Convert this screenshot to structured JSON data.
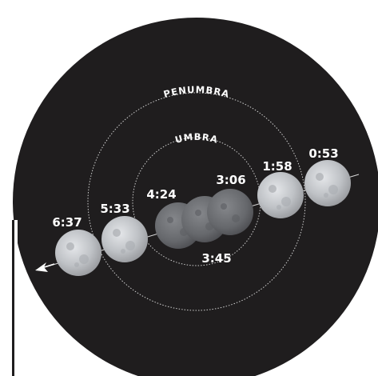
{
  "zones": {
    "penumbra": "PENUMBRA",
    "umbra": "UMBRA"
  },
  "times": {
    "t1": "0:53",
    "t2": "1:58",
    "t3": "3:06",
    "t4": "3:45",
    "t5": "4:24",
    "t6": "5:33",
    "t7": "6:37"
  },
  "colors": {
    "shadow_disk": "#1f1d1e",
    "zone_line": "#cfcfcf",
    "bright_moon": "#c9ccd0",
    "dim_moon": "#6c6e72",
    "background": "#ffffff"
  },
  "icons": {
    "direction": "arrow-left-icon"
  }
}
